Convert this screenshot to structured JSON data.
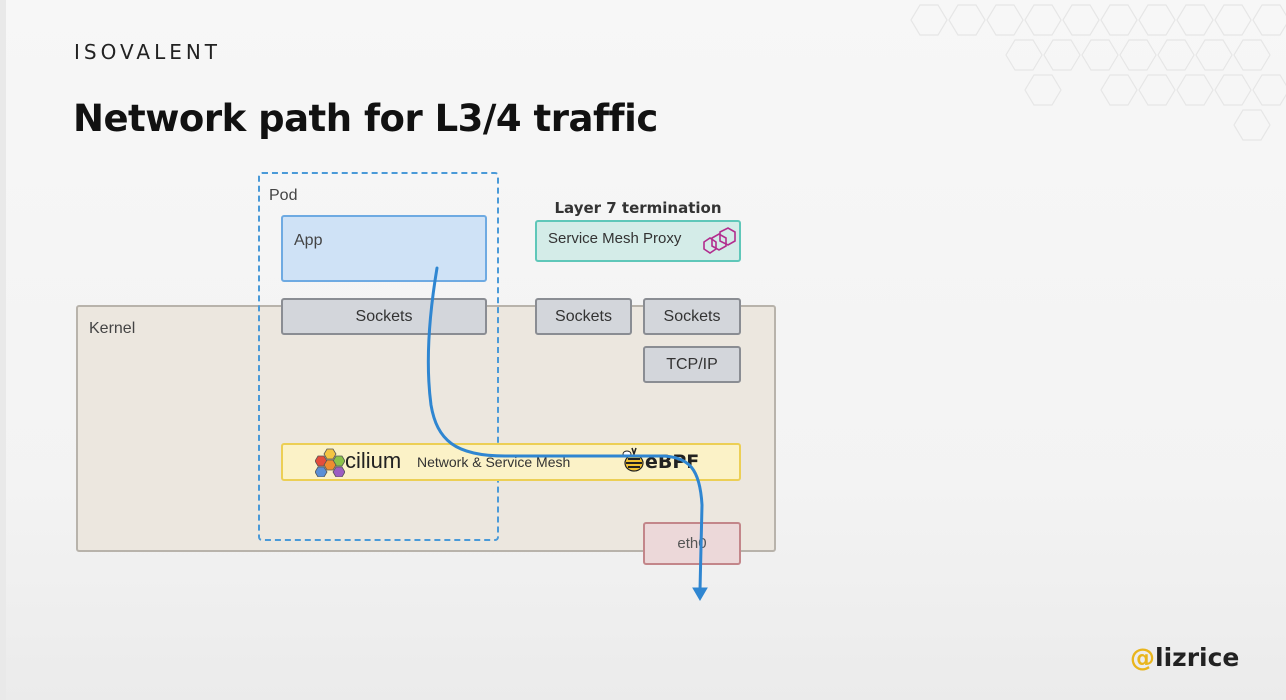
{
  "brand": "ISOVALENT",
  "title": "Network path for L3/4 traffic",
  "diagram": {
    "kernel_label": "Kernel",
    "pod_label": "Pod",
    "app_label": "App",
    "pod_sockets_label": "Sockets",
    "layer7_label": "Layer 7 termination",
    "proxy_label": "Service Mesh Proxy",
    "proxy_sockets_a": "Sockets",
    "proxy_sockets_b": "Sockets",
    "tcpip_label": "TCP/IP",
    "cilium_word": "cilium",
    "cilium_subtitle": "Network & Service Mesh",
    "ebpf_word": "eBPF",
    "eth0_label": "eth0"
  },
  "footer": {
    "handle_at": "@",
    "handle_name": "lizrice"
  },
  "colors": {
    "pod_border": "#4a9ad8",
    "app_fill": "#cfe2f6",
    "proxy_fill": "#d4ece8",
    "cilium_fill": "#fbf2c7",
    "eth0_fill": "#ecd8d9",
    "kernel_fill": "#ece7df",
    "flow_arrow": "#2f86d1",
    "handle_accent": "#e9b51c"
  },
  "icons": [
    "envoy-proxy-icon",
    "cilium-logo-icon",
    "ebpf-bee-icon",
    "flow-arrow-icon"
  ]
}
